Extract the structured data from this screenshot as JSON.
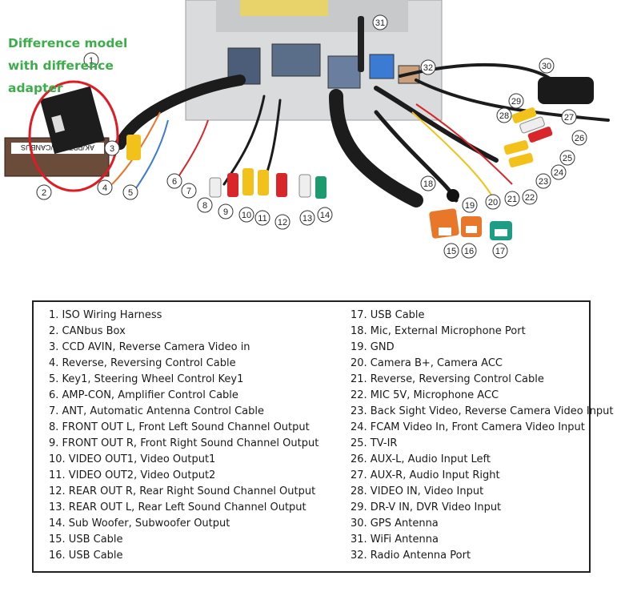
{
  "note": {
    "lines": [
      "Difference model",
      "with difference",
      "adapter"
    ],
    "color": "#3dad4a"
  },
  "box_label": "AK/PBT6468/CANBUS",
  "callouts": [
    "1",
    "2",
    "3",
    "4",
    "5",
    "6",
    "7",
    "8",
    "9",
    "10",
    "11",
    "12",
    "13",
    "14",
    "15",
    "16",
    "17",
    "18",
    "19",
    "20",
    "21",
    "22",
    "23",
    "24",
    "25",
    "26",
    "27",
    "28",
    "29",
    "30",
    "31",
    "32"
  ],
  "legend": {
    "left": [
      "1. ISO Wiring Harness",
      "2. CANbus Box",
      "3. CCD AVIN, Reverse Camera Video in",
      "4. Reverse, Reversing Control Cable",
      "5. Key1, Steering Wheel Control Key1",
      "6. AMP-CON, Amplifier Control Cable",
      "7. ANT, Automatic Antenna Control Cable",
      "8. FRONT OUT L, Front Left Sound Channel Output",
      "9. FRONT OUT R, Front Right Sound Channel Output",
      "10. VIDEO OUT1, Video Output1",
      "11. VIDEO OUT2, Video Output2",
      "12. REAR OUT R, Rear Right Sound Channel Output",
      "13. REAR OUT L, Rear Left Sound Channel Output",
      "14. Sub Woofer, Subwoofer Output",
      "15. USB Cable",
      "16. USB Cable"
    ],
    "right": [
      "17. USB Cable",
      "18. Mic, External Microphone Port",
      "19. GND",
      "20. Camera B+, Camera ACC",
      "21. Reverse, Reversing Control Cable",
      "22. MIC 5V, Microphone ACC",
      "23. Back Sight Video, Reverse Camera Video Input",
      "24. FCAM Video In, Front Camera Video Input",
      "25. TV-IR",
      "26. AUX-L, Audio Input Left",
      "27. AUX-R, Audio Input Right",
      "28. VIDEO IN, Video Input",
      "29. DR-V IN, DVR Video Input",
      "30. GPS Antenna",
      "31. WiFi Antenna",
      "32. Radio Antenna Port"
    ]
  },
  "colors": {
    "rca_red": "#d8262a",
    "rca_white": "#eeeeee",
    "rca_yellow": "#f2c21b",
    "rca_green": "#1e9b6e",
    "usb_orange": "#e8772a",
    "usb_teal": "#1d9c86",
    "highlight_circle": "#e01b24",
    "cable_black": "#1c1c1c"
  }
}
